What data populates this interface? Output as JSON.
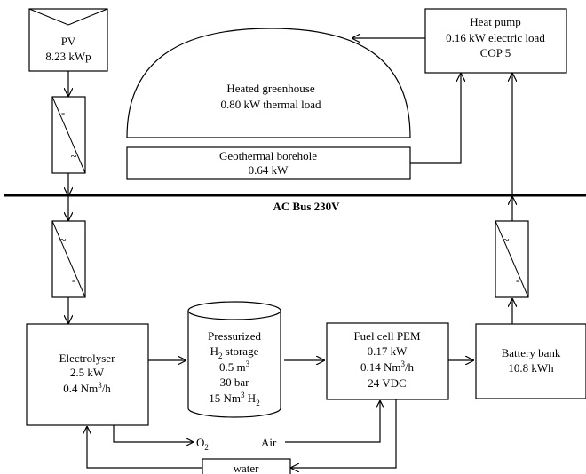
{
  "pv": {
    "title": "PV",
    "value": "8.23 kWp"
  },
  "heat_pump": {
    "title": "Heat pump",
    "load": "0.16 kW electric load",
    "cop": "COP 5"
  },
  "greenhouse": {
    "title": "Heated greenhouse",
    "load": "0.80 kW thermal load"
  },
  "borehole": {
    "title": "Geothermal borehole",
    "power": "0.64 kW"
  },
  "bus": {
    "label": "AC Bus 230V"
  },
  "converter": {
    "ac_symbol": "~",
    "dc_symbol": "-"
  },
  "electrolyser": {
    "title": "Electrolyser",
    "power": "2.5 kW",
    "flow_value": "0.4 Nm",
    "flow_sup": "3",
    "flow_unit": "/h"
  },
  "storage": {
    "line1": "Pressurized",
    "line2_prefix": "H",
    "line2_sub": "2",
    "line2_rest": " storage",
    "volume_value": "0.5 m",
    "volume_sup": "3",
    "pressure": "30 bar",
    "capacity_value": "15 Nm",
    "capacity_sup": "3",
    "capacity_mid": " H",
    "capacity_sub": "2"
  },
  "fuel_cell": {
    "title": "Fuel cell PEM",
    "power": "0.17 kW",
    "flow_value": "0.14 Nm",
    "flow_sup": "3",
    "flow_unit": "/h",
    "voltage": "24 VDC"
  },
  "battery": {
    "title": "Battery bank",
    "capacity": "10.8 kWh"
  },
  "outputs": {
    "o2_prefix": "O",
    "o2_sub": "2",
    "air": "Air",
    "water": "water"
  }
}
